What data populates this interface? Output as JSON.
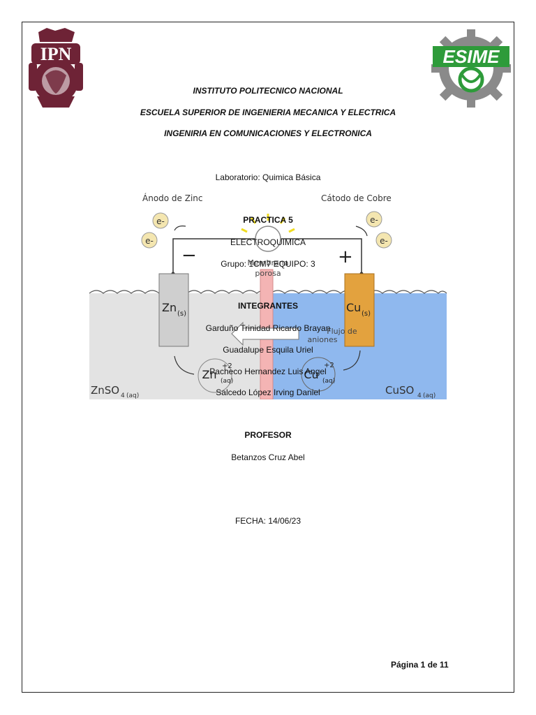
{
  "header": {
    "institution": "INSTITUTO POLITECNICO NACIONAL",
    "school": "ESCUELA SUPERIOR DE INGENIERIA MECANICA Y ELECTRICA",
    "career": "INGENIRIA EN COMUNICACIONES Y ELECTRONICA",
    "ipn_logo_text": "IPN",
    "esime_logo_text": "ESIME"
  },
  "lab": "Laboratorio: Quimica Básica",
  "diagram": {
    "anode_label": "Ánodo de Zinc",
    "cathode_label": "Cátodo de Cobre",
    "electron": "e-",
    "minus": "−",
    "plus": "+",
    "membrane_label_1": "Membrana",
    "membrane_label_2": "porosa",
    "zn": "Zn",
    "zn_sub": "(s)",
    "cu": "Cu",
    "cu_sub": "(s)",
    "flow_1": "Flujo de",
    "flow_2": "aniones",
    "zn_ion": "Zn",
    "cu_ion": "Cu",
    "ion_charge": "+2",
    "ion_sub": "(aq)",
    "znso4": "ZnSO",
    "cuso4": "CuSO",
    "sub4": "4",
    "aq": "(aq)"
  },
  "practice": "PRACTICA 5",
  "topic": "ELECTROQUIMICA",
  "group": "Grupo: 1CM7 EQUIPO: 3",
  "members_title": "INTEGRANTES",
  "members": [
    "Garduño Trinidad Ricardo Brayan",
    "Guadalupe Esquila Uriel",
    "Pacheco Hernandez Luis Angel",
    "Salcedo López Irving Daniel"
  ],
  "professor_title": "PROFESOR",
  "professor": "Betanzos Cruz Abel",
  "date": "FECHA: 14/06/23",
  "footer": "Página 1 de 11",
  "colors": {
    "ipn_maroon": "#6e2336",
    "esime_green": "#2e9b3a",
    "esime_gear": "#8a8a8a",
    "zinc_solution": "#e3e3e3",
    "copper_solution": "#8fb8ee",
    "copper_electrode": "#e3a23e",
    "membrane": "#f4b4b4"
  }
}
